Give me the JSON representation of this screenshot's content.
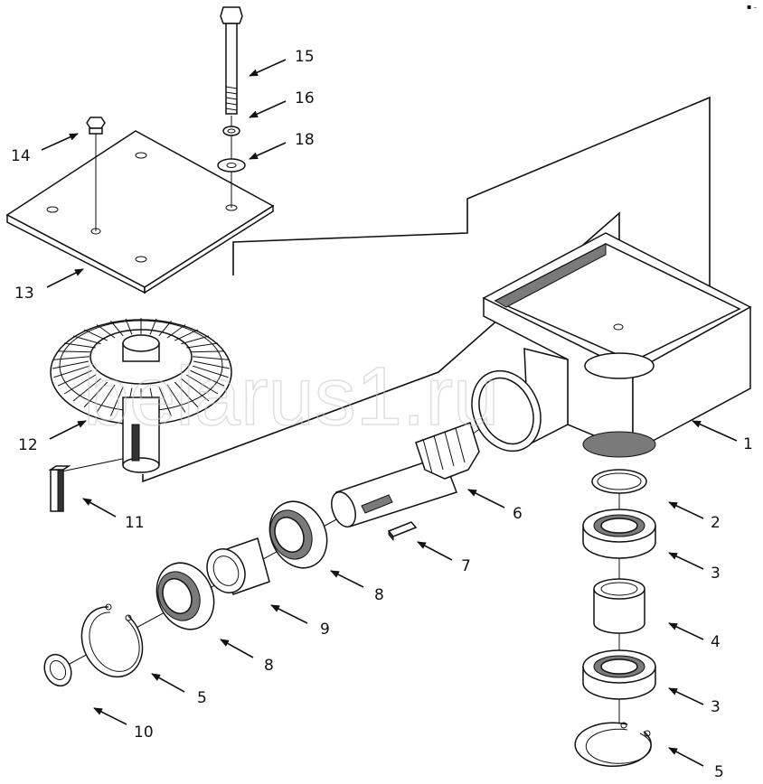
{
  "diagram": {
    "watermark": "belarus1.ru",
    "callouts": [
      {
        "key": "c1",
        "text": "1"
      },
      {
        "key": "c2",
        "text": "2"
      },
      {
        "key": "c3a",
        "text": "3"
      },
      {
        "key": "c4",
        "text": "4"
      },
      {
        "key": "c3b",
        "text": "3"
      },
      {
        "key": "c5a",
        "text": "5"
      },
      {
        "key": "c6",
        "text": "6"
      },
      {
        "key": "c7",
        "text": "7"
      },
      {
        "key": "c8a",
        "text": "8"
      },
      {
        "key": "c9",
        "text": "9"
      },
      {
        "key": "c8b",
        "text": "8"
      },
      {
        "key": "c5b",
        "text": "5"
      },
      {
        "key": "c10",
        "text": "10"
      },
      {
        "key": "c11",
        "text": "11"
      },
      {
        "key": "c12",
        "text": "12"
      },
      {
        "key": "c13",
        "text": "13"
      },
      {
        "key": "c14",
        "text": "14"
      },
      {
        "key": "c15",
        "text": "15"
      },
      {
        "key": "c16",
        "text": "16"
      },
      {
        "key": "c18",
        "text": "18"
      }
    ]
  }
}
